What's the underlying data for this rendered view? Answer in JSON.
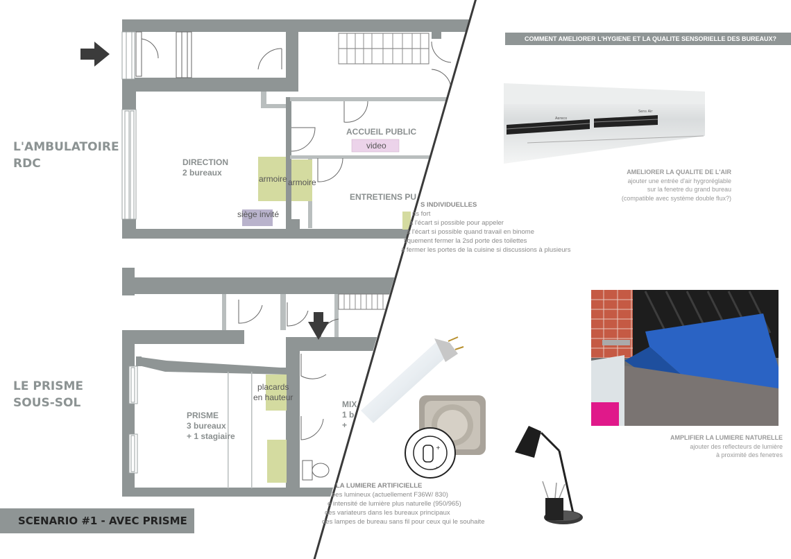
{
  "floors": {
    "rdc_title": [
      "L'AMBULATOIRE",
      "RDC"
    ],
    "sous_sol_title": [
      "LE PRISME",
      "SOUS-SOL"
    ]
  },
  "rooms": {
    "direction": [
      "DIRECTION",
      "2 bureaux"
    ],
    "accueil": "ACCUEIL PUBLIC",
    "entretiens": "ENTRETIENS PU",
    "prisme": [
      "PRISME",
      "3 bureaux",
      "+ 1 stagiaire"
    ],
    "mix": [
      "MIX",
      "1 b",
      "+"
    ]
  },
  "furniture": {
    "armoire1": "armoire",
    "armoire2": "armoire",
    "video": "video",
    "siege": "siège invité",
    "placards": [
      "placards",
      "en hauteur"
    ]
  },
  "scenario": "SCENARIO #1 - AVEC PRISME",
  "question": "COMMENT AMELIORER L'HYGIENE ET LA QUALITE SENSORIELLE DES BUREAUX?",
  "notes": {
    "entretiens": {
      "title": "S INDIVIDUELLES",
      "lines": [
        "ns fort",
        "à l'écart si possible pour appeler",
        "à l'écart si possible quand travail en binome",
        "tiquement fermer la 2sd porte des toilettes",
        "à fermer les portes de la cuisine si discussions à plusieurs"
      ]
    },
    "air": {
      "title": "AMELIORER LA QUALITE DE L'AIR",
      "lines": [
        "ajouter une entrée d'air hygroréglable",
        "sur la fenetre du grand bureau",
        "(compatible avec système double flux?)"
      ]
    },
    "lumiere_naturelle": {
      "title": "AMPLIFIER LA LUMIERE NATURELLE",
      "lines": [
        "ajouter des reflecteurs de lumière",
        "à proximité des fenetres"
      ]
    },
    "lumiere_artificielle": {
      "title": "LA LUMIERE ARTIFICIELLE",
      "lines": [
        "bes lumineux (actuellement F36W/ 830)",
        "e intensité de lumière plus naturelle (950/965)",
        "des variateurs dans les bureaux principaux",
        "des lampes de bureau sans fil pour ceux qui le souhaite"
      ]
    }
  },
  "colors": {
    "wall": "#8f9595",
    "armoire": "#d4dba0",
    "video": "#ecd3ea",
    "siege": "#b9b3cc",
    "blue_reflector": "#2a63c4",
    "magenta": "#e0198a"
  },
  "icons": [
    "entry-arrow-icon",
    "stair-arrow-icon",
    "fluorescent-tube-icon",
    "dimmer-switch-icon",
    "desk-lamp-icon",
    "air-vent-photo",
    "window-reflector-photo"
  ]
}
